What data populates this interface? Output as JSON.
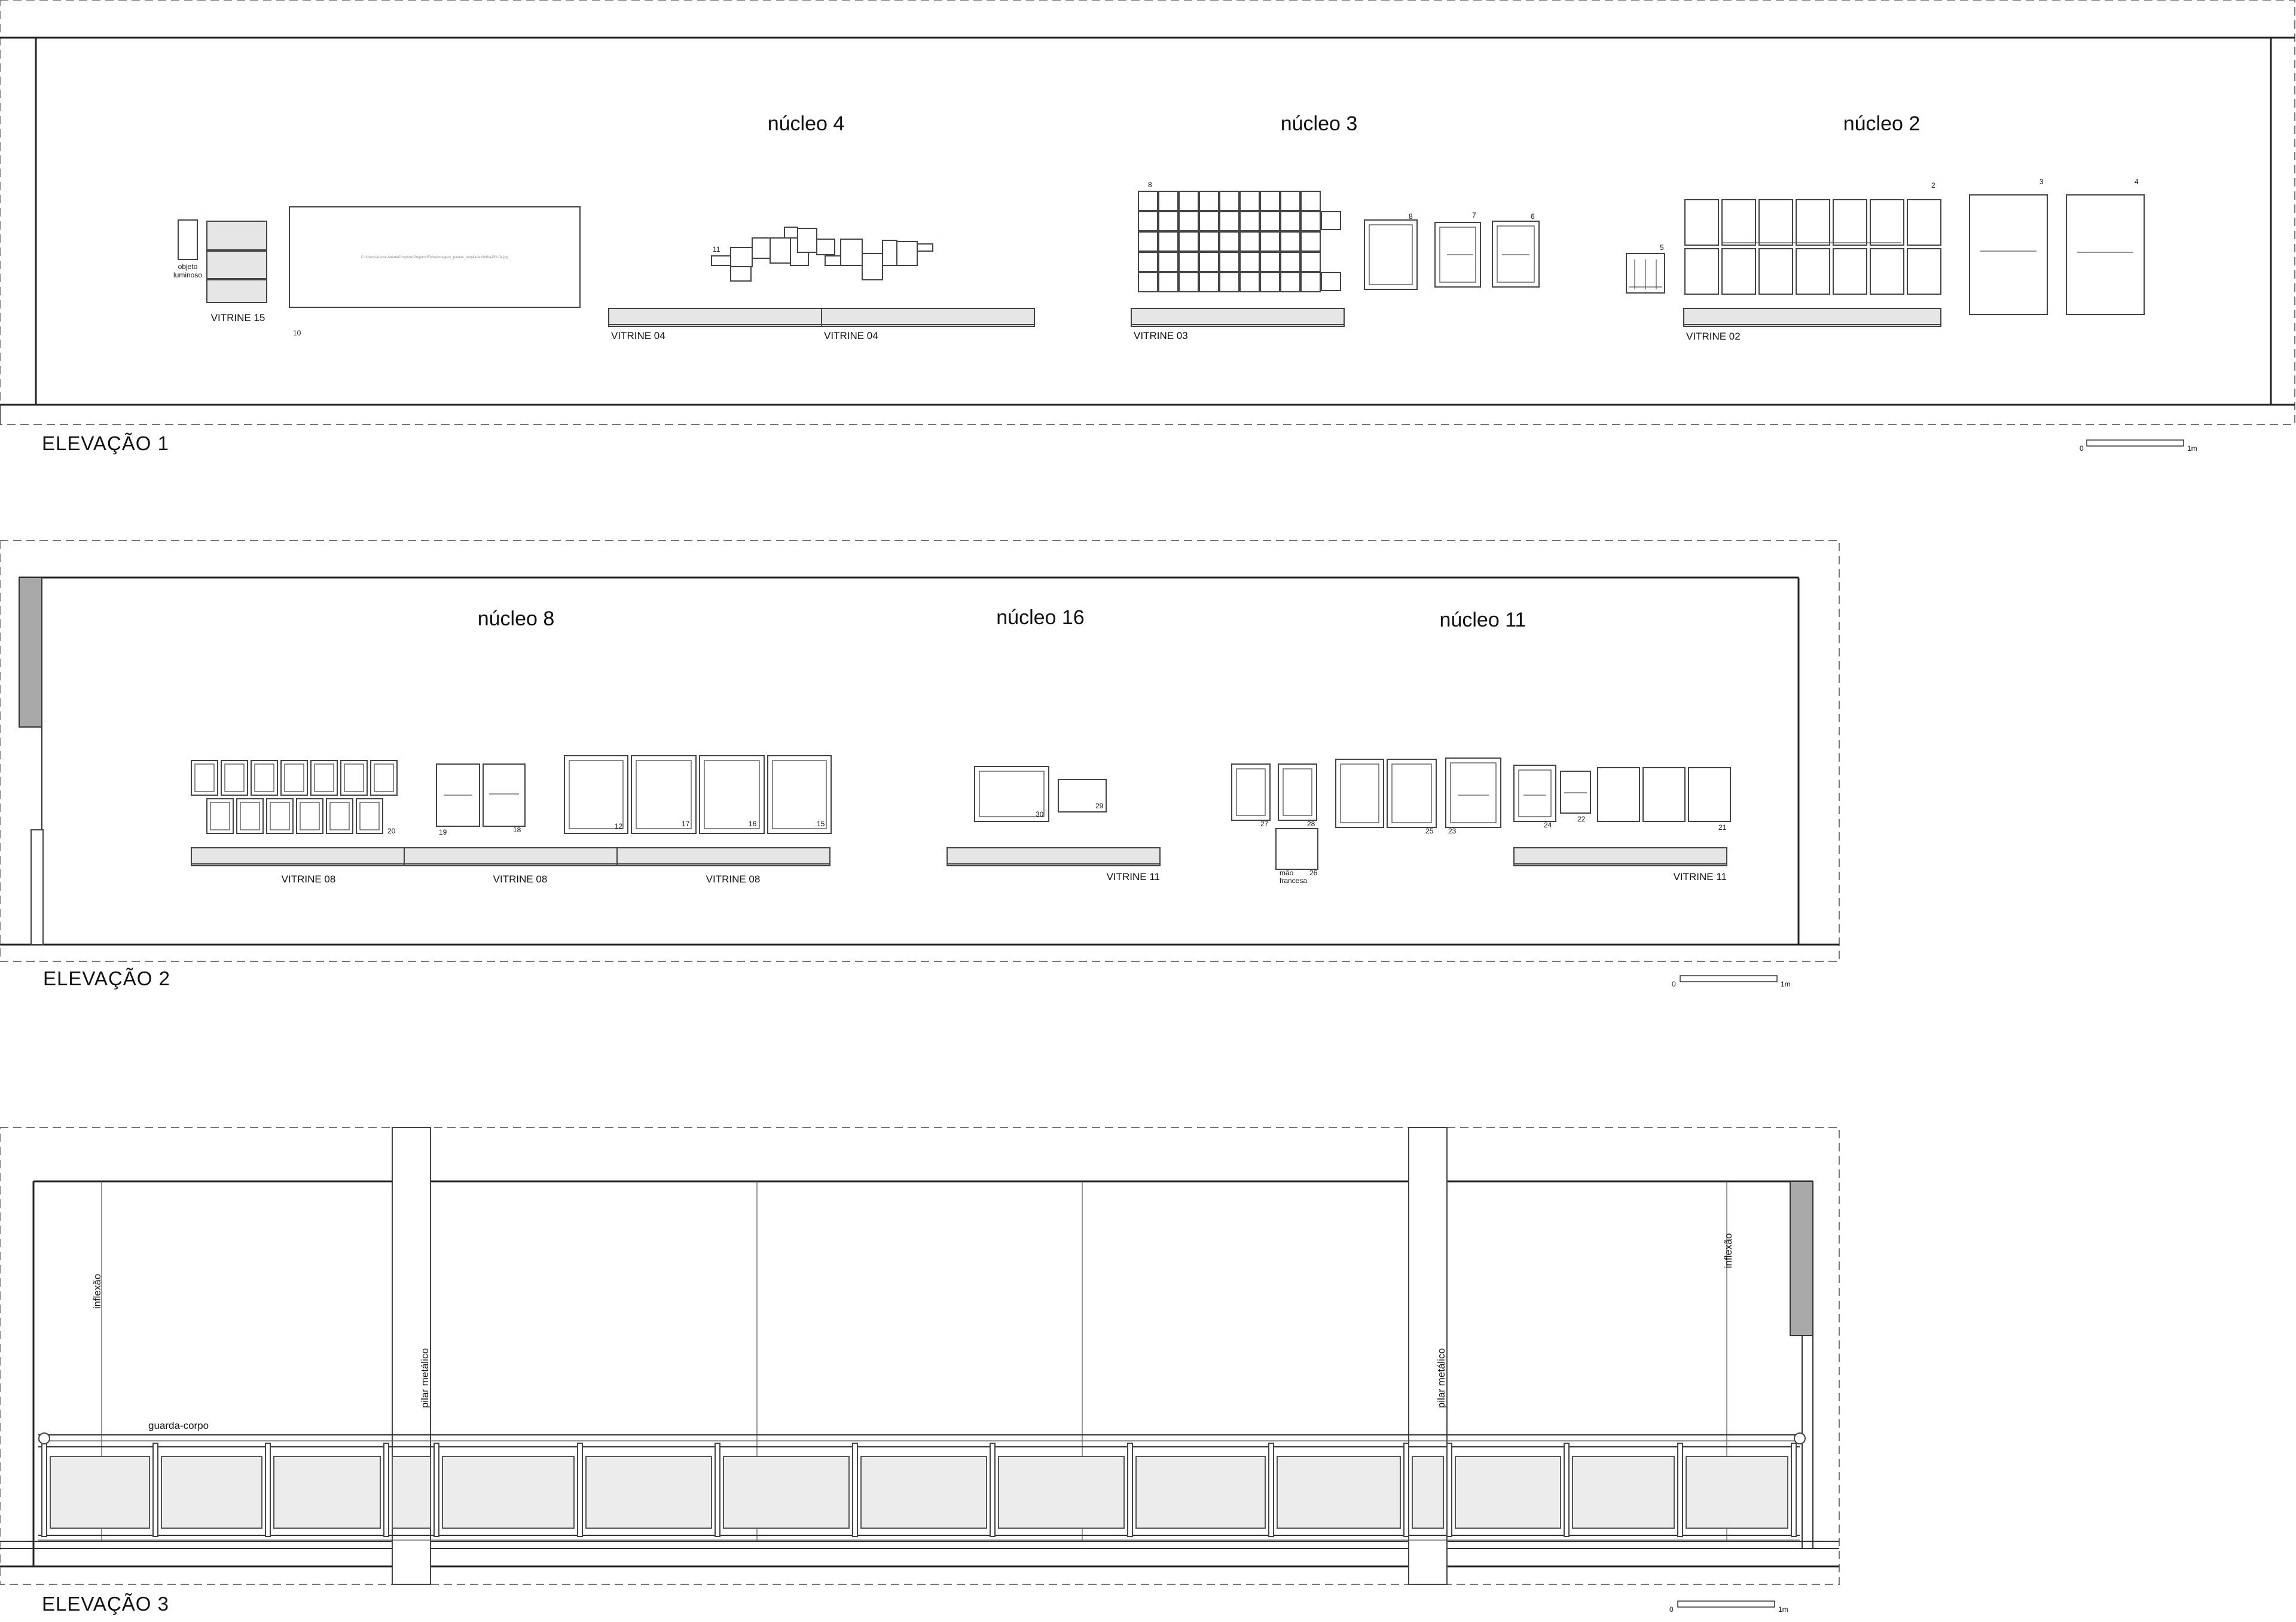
{
  "elevations": [
    {
      "title": "ELEVAÇÃO 1",
      "nucleos": [
        "núcleo 4",
        "núcleo 3",
        "núcleo 2"
      ],
      "vitrines": [
        "VITRINE 15",
        "VITRINE 04",
        "VITRINE 04",
        "VITRINE 03",
        "VITRINE 02"
      ],
      "object_label": [
        "objeto",
        "luminoso"
      ],
      "numbers": [
        "10",
        "11",
        "8",
        "8",
        "7",
        "6",
        "5",
        "2",
        "3",
        "4"
      ],
      "tiny_caption": "C:\\Users\\Arvore Aberta\\Dropbox\\Projetos\\Folha\\imagens_pastas_ampliadas\\folha-PG-04.jpg",
      "scale": {
        "zero": "0",
        "unit": "1m"
      }
    },
    {
      "title": "ELEVAÇÃO 2",
      "nucleos": [
        "núcleo 8",
        "núcleo 16",
        "núcleo 11"
      ],
      "vitrines": [
        "VITRINE 08",
        "VITRINE 08",
        "VITRINE 08",
        "VITRINE 11",
        "VITRINE 11"
      ],
      "numbers": [
        "20",
        "19",
        "18",
        "12",
        "17",
        "16",
        "15",
        "30",
        "29",
        "27",
        "28",
        "26",
        "25",
        "23",
        "24",
        "22",
        "21"
      ],
      "mao_label": [
        "mão",
        "francesa"
      ],
      "scale": {
        "zero": "0",
        "unit": "1m"
      }
    },
    {
      "title": "ELEVAÇÃO 3",
      "labels": {
        "inflexao_left": "inflexão",
        "inflexao_right": "inflexão",
        "guarda_corpo": "guarda-corpo",
        "pilar_left": "pilar metálico",
        "pilar_right": "pilar metálico"
      },
      "scale": {
        "zero": "0",
        "unit": "1m"
      }
    }
  ]
}
